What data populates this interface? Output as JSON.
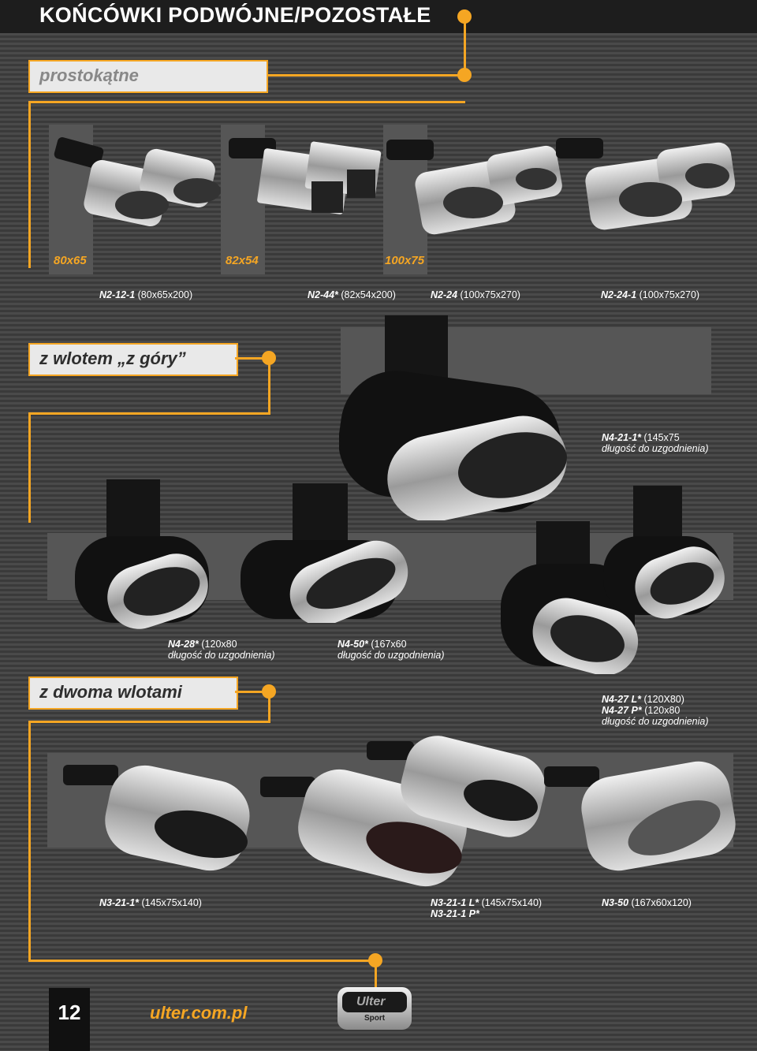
{
  "header": {
    "title": "KOŃCÓWKI PODWÓJNE/POZOSTAŁE"
  },
  "sections": {
    "prostokatne": {
      "label": "prostokątne"
    },
    "z_gory": {
      "label": "z wlotem „z góry”"
    },
    "dwoma": {
      "label": "z dwoma wlotami"
    }
  },
  "sizes": [
    "80x65",
    "82x54",
    "100x75"
  ],
  "captions": {
    "n2_12_1": {
      "code": "N2-12-1",
      "dims": " (80x65x200)"
    },
    "n2_44": {
      "code": "N2-44*",
      "dims": " (82x54x200)"
    },
    "n2_24": {
      "code": "N2-24",
      "dims": " (100x75x270)"
    },
    "n2_24_1": {
      "code": "N2-24-1",
      "dims": " (100x75x270)"
    },
    "n4_21_1": {
      "code": "N4-21-1*",
      "dims": " (145x75",
      "line2": "długość do uzgodnienia)"
    },
    "n4_28": {
      "code": "N4-28*",
      "dims": " (120x80",
      "line2": "długość do uzgodnienia)"
    },
    "n4_50": {
      "code": "N4-50*",
      "dims": " (167x60",
      "line2": "długość do uzgodnienia)"
    },
    "n4_27": {
      "code1": "N4-27 L*",
      "dims1": " (120X80)",
      "code2": "N4-27 P*",
      "dims2": "  (120x80",
      "line3": "długość do uzgodnienia)"
    },
    "n3_21_1": {
      "code": "N3-21-1*",
      "dims": " (145x75x140)"
    },
    "n3_21_1_lp": {
      "code1": "N3-21-1 L*",
      "dims1": " (145x75x140)",
      "code2": "N3-21-1 P*"
    },
    "n3_50": {
      "code": "N3-50",
      "dims": " (167x60x120)"
    }
  },
  "footer": {
    "page": "12",
    "url": "ulter.com.pl",
    "logo_text": "Ulter",
    "logo_sub": "Sport"
  },
  "colors": {
    "accent": "#f5a623",
    "header_bg": "#1d1d1d"
  },
  "icons": {
    "exhaust": "exhaust-tip-photo"
  }
}
